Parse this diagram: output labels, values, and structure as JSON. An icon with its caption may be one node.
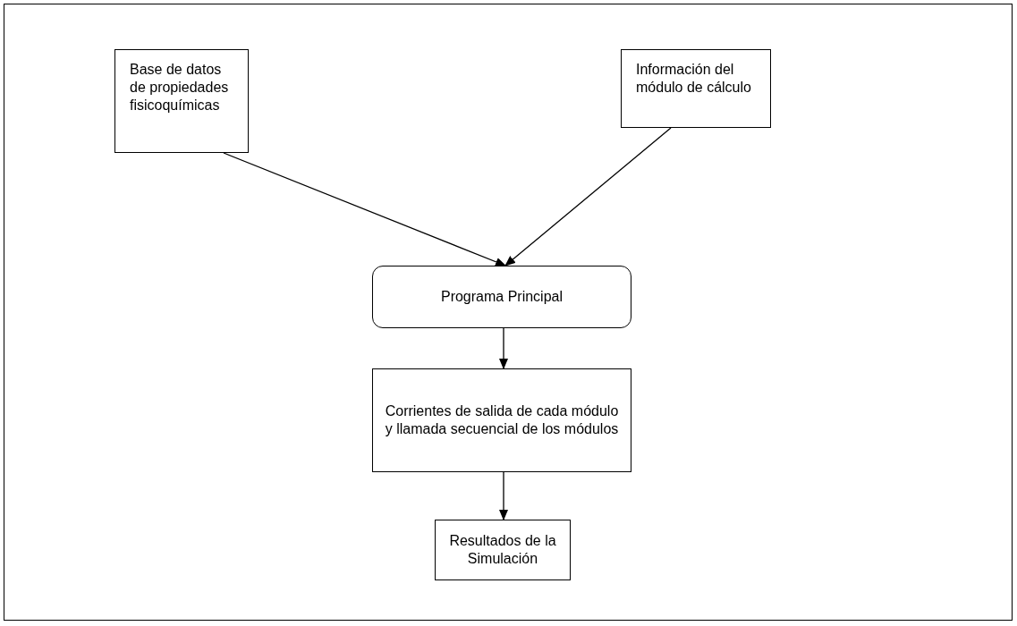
{
  "diagram": {
    "nodes": [
      {
        "text": [
          "Base de datos de propiedades fisicoquímicas"
        ]
      },
      {
        "text": [
          "Información del módulo de cálculo"
        ]
      },
      {
        "text": [
          "Programa Principal"
        ]
      },
      {
        "text": [
          "Corrientes de salida de cada módulo y llamada secuencial de los módulos"
        ]
      },
      {
        "text": [
          "Resultados de la Simulación"
        ]
      }
    ],
    "edges": [
      {
        "from": 0,
        "to": 2,
        "arrow": "to"
      },
      {
        "from": 1,
        "to": 2,
        "arrow": "to"
      },
      {
        "from": 2,
        "to": 3,
        "arrow": "to"
      },
      {
        "from": 3,
        "to": 4,
        "arrow": "to"
      }
    ]
  }
}
